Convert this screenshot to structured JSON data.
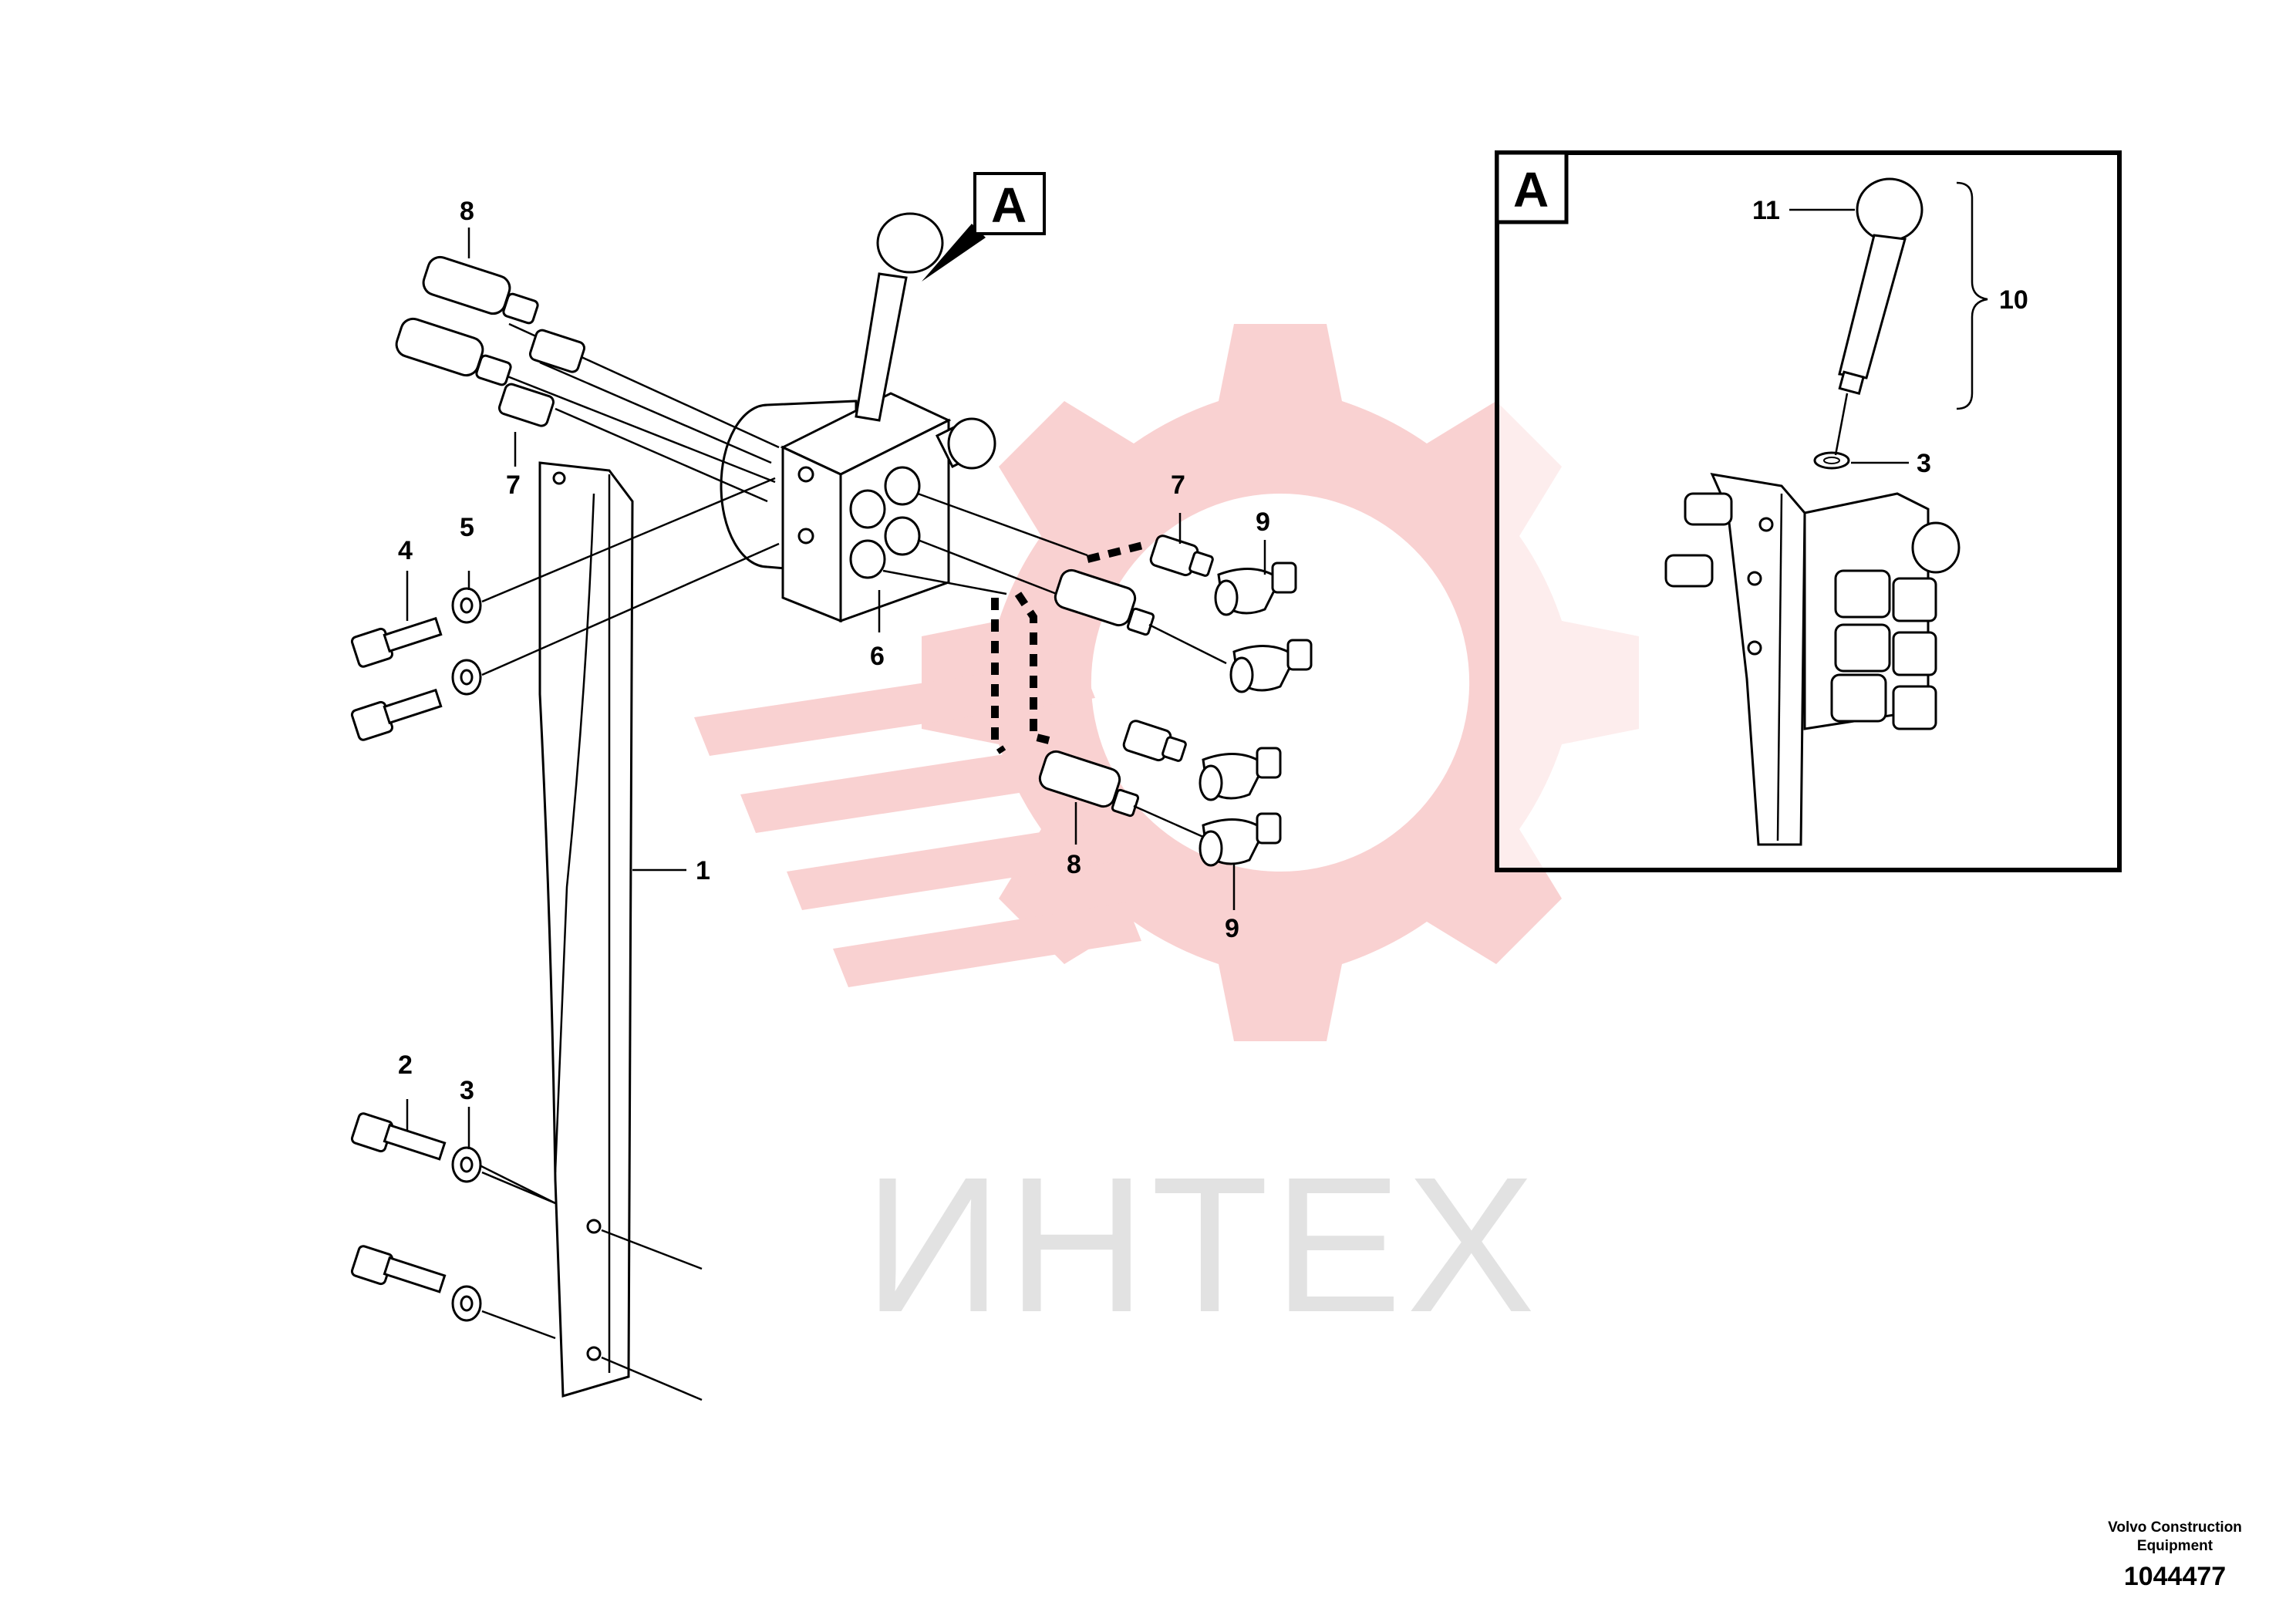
{
  "watermark": {
    "brand": "ИНТЕХ",
    "color": "#f4b8b8"
  },
  "detail_label": "A",
  "callouts": {
    "c1": "1",
    "c2": "2",
    "c3_lower": "3",
    "c4": "4",
    "c5": "5",
    "c6": "6",
    "c7_top": "7",
    "c7_right": "7",
    "c8_top": "8",
    "c8_bottom": "8",
    "c9_top": "9",
    "c9_bottom": "9",
    "c10": "10",
    "c11": "11",
    "c3_detail": "3"
  },
  "footer": {
    "line1": "Volvo Construction",
    "line2": "Equipment",
    "number": "1044477"
  }
}
